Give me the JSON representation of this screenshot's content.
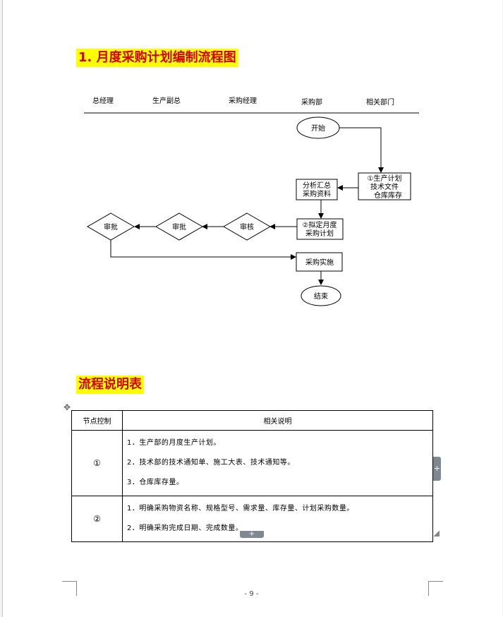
{
  "headings": {
    "flowchart_title": "1. 月度采购计划编制流程图",
    "table_title": "流程说明表"
  },
  "flowchart": {
    "lanes": [
      "总经理",
      "生产副总",
      "采购经理",
      "采购部",
      "相关部门"
    ],
    "nodes": {
      "start": "开始",
      "docs": [
        "①生产计划",
        "技术文件",
        "仓库库存"
      ],
      "analyze": [
        "分析汇总",
        "采购资料"
      ],
      "draft": [
        "②拟定月度",
        "采购计划"
      ],
      "review": "审核",
      "approve_vp": "审批",
      "approve_gm": "审批",
      "execute": "采购实施",
      "end": "结束"
    }
  },
  "table": {
    "headers": [
      "节点控制",
      "相关说明"
    ],
    "rows": [
      {
        "node": "①",
        "items": [
          "1．生产部的月度生产计划。",
          "2．技术部的技术通知单、施工大表、技术通知等。",
          "3．仓库库存量。"
        ]
      },
      {
        "node": "②",
        "items": [
          "1．明确采购物资名称、规格型号、需求量、库存量、计划采购数量。",
          "2．明确采购完成日期、完成数量。"
        ]
      }
    ]
  },
  "ui": {
    "move_handle": "✥",
    "add_row": "+",
    "add_column": "+"
  },
  "footer": {
    "page_number": "- 9 -"
  }
}
